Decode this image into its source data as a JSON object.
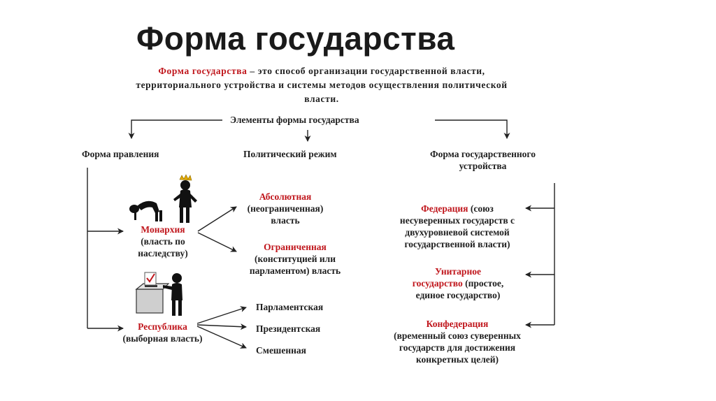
{
  "title": "Форма государства",
  "definition": {
    "term": "Форма государства",
    "rest_line1": " – это способ организации государственной власти,",
    "line2": "территориального устройства и системы методов осуществления политической",
    "line3": "власти."
  },
  "elements_header": "Элементы формы государства",
  "columns": {
    "governance": "Форма правления",
    "regime": "Политический режим",
    "structure_line1": "Форма государственного",
    "structure_line2": "устройства"
  },
  "monarchy": {
    "label": "Монархия",
    "desc1": "(власть по",
    "desc2": "наследству)",
    "absolute": "Абсолютная",
    "absolute_desc1": "(неограниченная)",
    "absolute_desc2": "власть",
    "limited": "Ограниченная",
    "limited_desc1": "(конституцией или",
    "limited_desc2": "парламентом) власть"
  },
  "republic": {
    "label": "Республика",
    "desc": "(выборная власть)",
    "types": [
      "Парламентская",
      "Президентская",
      "Смешенная"
    ]
  },
  "structure": {
    "federation": "Федерация",
    "federation_desc1": " (союз",
    "federation_desc2": "несуверенных государств с",
    "federation_desc3": "двухуровневой системой",
    "federation_desc4": "государственной власти)",
    "unitary1": "Унитарное",
    "unitary2": "государство",
    "unitary_desc1": " (простое,",
    "unitary_desc2": "единое государство)",
    "confederation": "Конфедерация",
    "confederation_desc1": "(временный союз суверенных",
    "confederation_desc2": "государств для достижения",
    "confederation_desc3": "конкретных целей)"
  },
  "colors": {
    "accent_red": "#c0161c",
    "text": "#1f1f1f"
  },
  "icons": [
    "bowing-figure-icon",
    "king-figure-icon",
    "ballot-box-icon",
    "voter-figure-icon"
  ]
}
